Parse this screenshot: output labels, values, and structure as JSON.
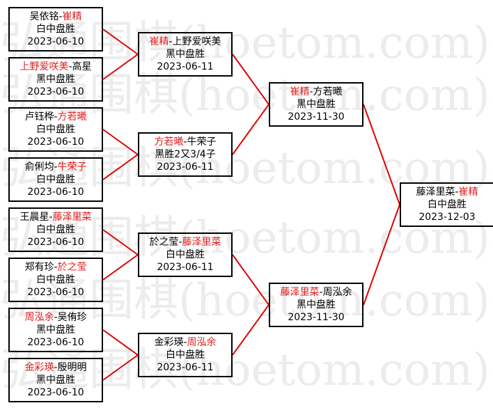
{
  "watermark": "弘通围棋(hoetom.com)弘",
  "colors": {
    "winner": "#e02020",
    "line": "#e00000",
    "text": "#000000",
    "border": "#000000"
  },
  "rounds": [
    [
      {
        "p1": "吴依铭",
        "p2": "崔精",
        "winner": 2,
        "result": "白中盘胜",
        "date": "2023-06-10"
      },
      {
        "p1": "上野爱咲美",
        "p2": "高星",
        "winner": 1,
        "result": "黑中盘胜",
        "date": "2023-06-10"
      },
      {
        "p1": "卢钰桦",
        "p2": "方若曦",
        "winner": 2,
        "result": "白中盘胜",
        "date": "2023-06-10"
      },
      {
        "p1": "俞俐均",
        "p2": "牛荣子",
        "winner": 2,
        "result": "白中盘胜",
        "date": "2023-06-10"
      },
      {
        "p1": "王晨星",
        "p2": "藤泽里菜",
        "winner": 2,
        "result": "白中盘胜",
        "date": "2023-06-10"
      },
      {
        "p1": "郑有珍",
        "p2": "於之莹",
        "winner": 2,
        "result": "白中盘胜",
        "date": "2023-06-10"
      },
      {
        "p1": "周泓余",
        "p2": "吴侑珍",
        "winner": 1,
        "result": "黑中盘胜",
        "date": "2023-06-10"
      },
      {
        "p1": "金彩瑛",
        "p2": "殷明明",
        "winner": 1,
        "result": "黑中盘胜",
        "date": "2023-06-10"
      }
    ],
    [
      {
        "p1": "崔精",
        "p2": "上野爱咲美",
        "winner": 1,
        "result": "黑中盘胜",
        "date": "2023-06-11"
      },
      {
        "p1": "方若曦",
        "p2": "牛荣子",
        "winner": 1,
        "result": "黑胜2又3/4子",
        "date": "2023-06-11"
      },
      {
        "p1": "於之莹",
        "p2": "藤泽里菜",
        "winner": 2,
        "result": "白中盘胜",
        "date": "2023-06-11"
      },
      {
        "p1": "金彩瑛",
        "p2": "周泓余",
        "winner": 2,
        "result": "白中盘胜",
        "date": "2023-06-11"
      }
    ],
    [
      {
        "p1": "崔精",
        "p2": "方若曦",
        "winner": 1,
        "result": "黑中盘胜",
        "date": "2023-11-30"
      },
      {
        "p1": "藤泽里菜",
        "p2": "周泓余",
        "winner": 1,
        "result": "黑中盘胜",
        "date": "2023-11-30"
      }
    ],
    [
      {
        "p1": "藤泽里菜",
        "p2": "崔精",
        "winner": 2,
        "result": "白中盘胜",
        "date": "2023-12-03"
      }
    ]
  ]
}
